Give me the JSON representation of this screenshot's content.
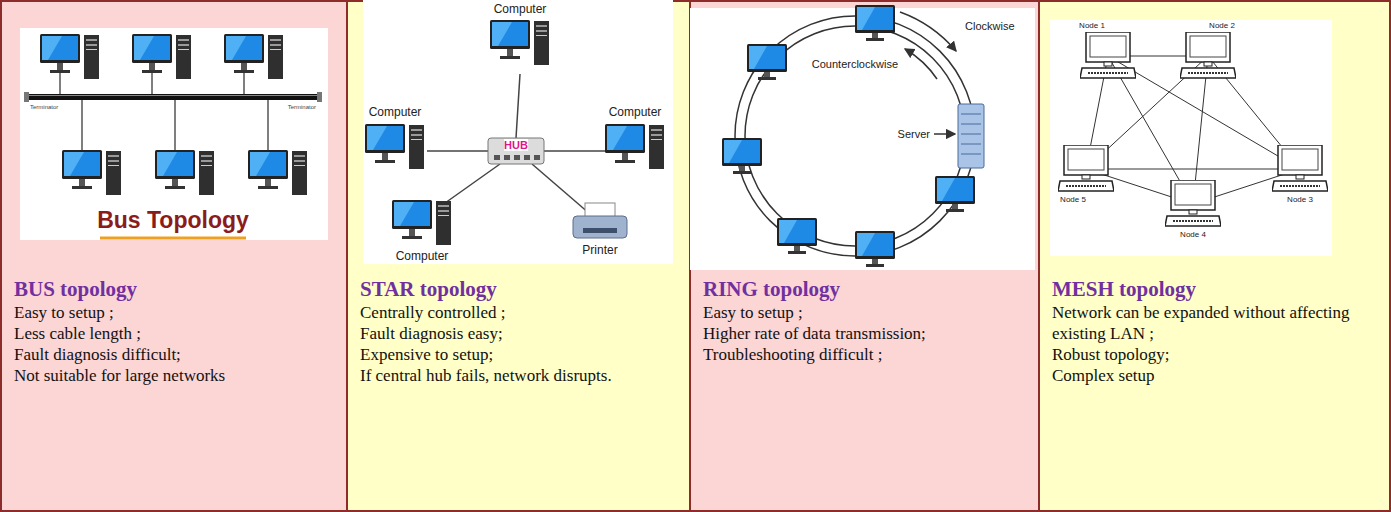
{
  "diagram": {
    "nodes": [
      {
        "text": [
          "BUS topology",
          "Easy to setup ;",
          "Less cable length ;",
          "Fault diagnosis difficult;",
          "Not suitable for large networks"
        ]
      },
      {
        "text": [
          "STAR topology",
          "Centrally controlled ;",
          "Fault diagnosis easy;",
          "Expensive to setup;",
          "If central hub fails, network disrupts."
        ]
      },
      {
        "text": [
          "RING topology",
          "Easy to setup ;",
          "Higher rate of data transmission;",
          "Troubleshooting difficult ;"
        ]
      },
      {
        "text": [
          "MESH topology",
          "Network can be expanded without affecting existing LAN ;",
          "Robust topology;",
          "Complex setup"
        ]
      }
    ],
    "labels": [
      "Terminator",
      "Terminator",
      "Bus Topology",
      "Computer",
      "Computer",
      "HUB",
      "Computer",
      "Computer",
      "Printer",
      "Clockwise",
      "Counterclockwise",
      "Server",
      "Node 1",
      "Node 2",
      "Node 5",
      "Node 3",
      "Node 4"
    ]
  }
}
